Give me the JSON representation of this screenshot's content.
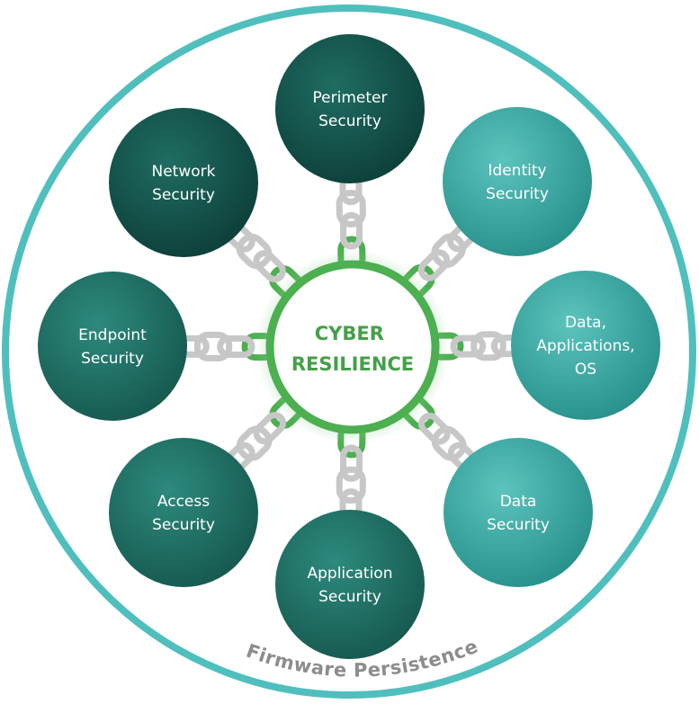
{
  "center": {
    "lines": [
      "CYBER",
      "RESILIENCE"
    ]
  },
  "outer_ring_label": "Firmware Persistence",
  "nodes": [
    {
      "id": "perimeter-security",
      "lines": [
        "Perimeter",
        "Security"
      ],
      "tone": "dark"
    },
    {
      "id": "identity-security",
      "lines": [
        "Identity",
        "Security"
      ],
      "tone": "light"
    },
    {
      "id": "data-applications-os",
      "lines": [
        "Data,",
        "Applications,",
        "OS"
      ],
      "tone": "light"
    },
    {
      "id": "data-security",
      "lines": [
        "Data",
        "Security"
      ],
      "tone": "light"
    },
    {
      "id": "application-security",
      "lines": [
        "Application",
        "Security"
      ],
      "tone": "mid"
    },
    {
      "id": "access-security",
      "lines": [
        "Access",
        "Security"
      ],
      "tone": "mid"
    },
    {
      "id": "endpoint-security",
      "lines": [
        "Endpoint",
        "Security"
      ],
      "tone": "mid"
    },
    {
      "id": "network-security",
      "lines": [
        "Network",
        "Security"
      ],
      "tone": "dark"
    }
  ],
  "colors": {
    "ring": "#4fbfbd",
    "center_border": "#4caf50",
    "center_text": "#43a047",
    "link_gray": "#c7c7c7",
    "link_green": "#4caf50",
    "dark": "#13524a",
    "mid": "#1f6e63",
    "light": "#3aa9a3",
    "arc_text": "#8c8c8c"
  }
}
